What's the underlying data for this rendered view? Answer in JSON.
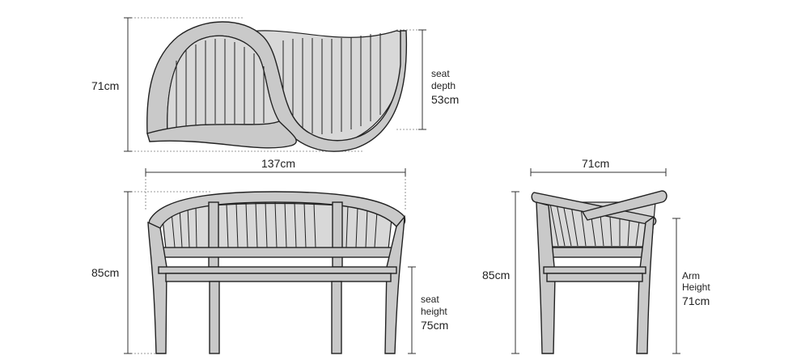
{
  "top_view": {
    "height_label": "71cm",
    "seat_depth_line1": "seat",
    "seat_depth_line2": "depth",
    "seat_depth_value": "53cm"
  },
  "front_view": {
    "width_label": "137cm",
    "height_label": "85cm",
    "seat_height_line1": "seat",
    "seat_height_line2": "height",
    "seat_height_value": "75cm"
  },
  "side_view": {
    "width_label": "71cm",
    "height_label": "85cm",
    "arm_height_line1": "Arm",
    "arm_height_line2": "Height",
    "arm_height_value": "71cm"
  }
}
